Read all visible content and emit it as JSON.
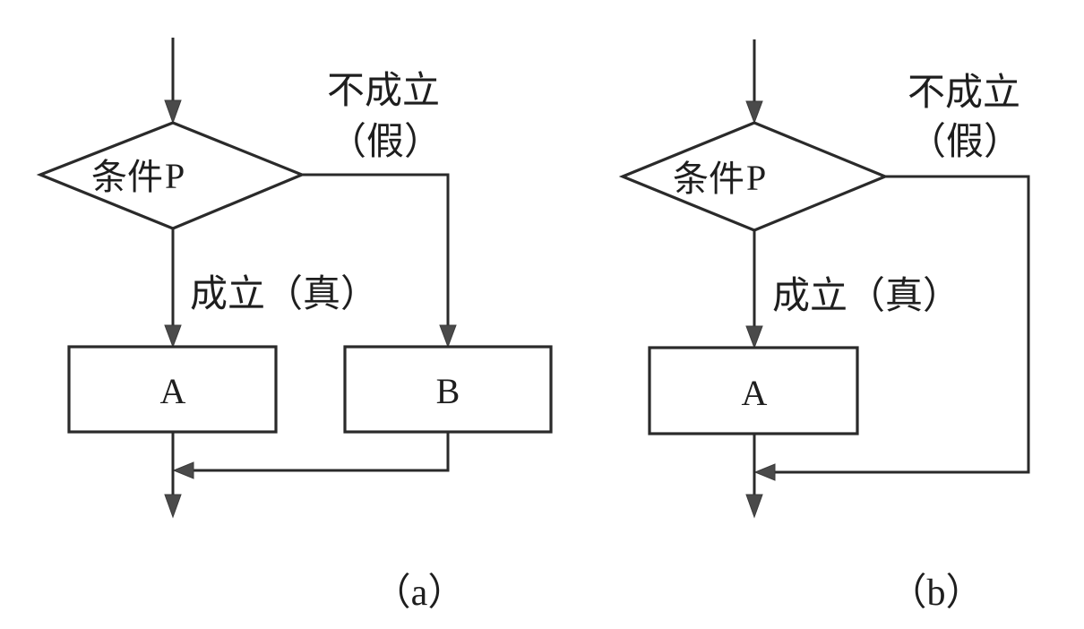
{
  "diagrams": [
    {
      "id": "a",
      "caption": "（a）",
      "decision": {
        "label_cn": "条件",
        "label_var": "P"
      },
      "true_branch": {
        "label": "成立（真）"
      },
      "false_branch": {
        "label_line1": "不成立",
        "label_line2": "（假）"
      },
      "process_true": {
        "label": "A"
      },
      "process_false": {
        "label": "B"
      }
    },
    {
      "id": "b",
      "caption": "（b）",
      "decision": {
        "label_cn": "条件",
        "label_var": "P"
      },
      "true_branch": {
        "label": "成立（真）"
      },
      "false_branch": {
        "label_line1": "不成立",
        "label_line2": "（假）"
      },
      "process_true": {
        "label": "A"
      }
    }
  ],
  "colors": {
    "line": "#2a2a2a",
    "arrowhead": "#4a4a4a",
    "background": "#ffffff"
  }
}
